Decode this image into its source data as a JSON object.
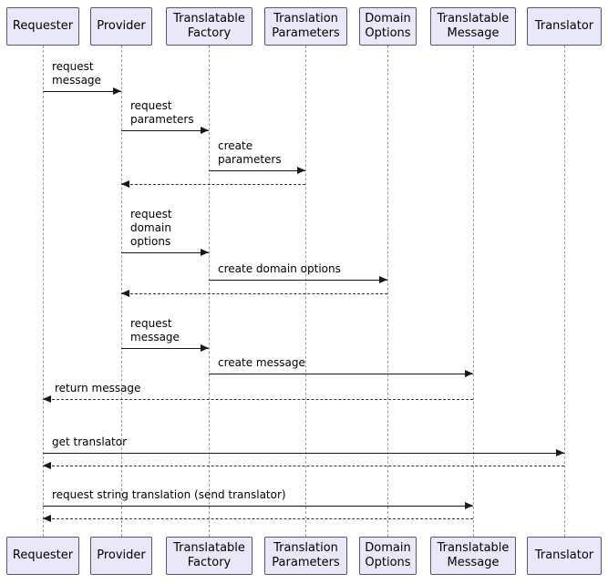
{
  "diagram": {
    "type": "uml-sequence",
    "participants": [
      {
        "label": "Requester"
      },
      {
        "label": "Provider"
      },
      {
        "label": "Translatable Factory"
      },
      {
        "label": "Translation Parameters"
      },
      {
        "label": "Domain Options"
      },
      {
        "label": "Translatable Message"
      },
      {
        "label": "Translator"
      }
    ],
    "messages": [
      {
        "from": "Requester",
        "to": "Provider",
        "label": "request message",
        "style": "solid"
      },
      {
        "from": "Provider",
        "to": "Translatable Factory",
        "label": "request parameters",
        "style": "solid"
      },
      {
        "from": "Translatable Factory",
        "to": "Translation Parameters",
        "label": "create parameters",
        "style": "solid"
      },
      {
        "from": "Translation Parameters",
        "to": "Provider",
        "label": "",
        "style": "dashed-return"
      },
      {
        "from": "Provider",
        "to": "Translatable Factory",
        "label": "request domain options",
        "style": "solid"
      },
      {
        "from": "Translatable Factory",
        "to": "Domain Options",
        "label": "create domain options",
        "style": "solid"
      },
      {
        "from": "Domain Options",
        "to": "Provider",
        "label": "",
        "style": "dashed-return"
      },
      {
        "from": "Provider",
        "to": "Translatable Factory",
        "label": "request message",
        "style": "solid"
      },
      {
        "from": "Translatable Factory",
        "to": "Translatable Message",
        "label": "create message",
        "style": "solid"
      },
      {
        "from": "Translatable Message",
        "to": "Requester",
        "label": "return message",
        "style": "dashed-return"
      },
      {
        "from": "Requester",
        "to": "Translator",
        "label": "get translator",
        "style": "solid"
      },
      {
        "from": "Translator",
        "to": "Requester",
        "label": "",
        "style": "dashed-return"
      },
      {
        "from": "Requester",
        "to": "Translatable Message",
        "label": "request string translation (send translator)",
        "style": "solid"
      },
      {
        "from": "Translatable Message",
        "to": "Requester",
        "label": "",
        "style": "dashed-return"
      }
    ],
    "colors": {
      "participant_fill": "#e8e8f8",
      "participant_border": "#54547a",
      "arrow": "#181818",
      "lifeline": "#9a9a9a",
      "background": "#ffffff"
    }
  }
}
